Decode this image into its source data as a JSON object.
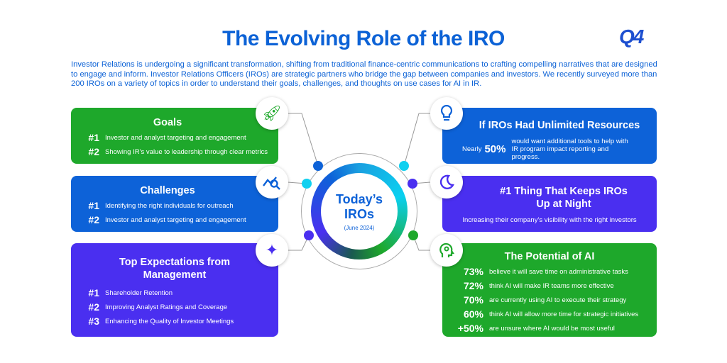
{
  "title": "The Evolving Role of the IRO",
  "logo": "Q4",
  "intro": "Investor Relations is undergoing a significant transformation, shifting from traditional finance-centric communications to crafting compelling narratives that are designed to engage and inform. Investor Relations Officers (IROs) are strategic partners who bridge the gap between companies and investors. We recently surveyed more than 200 IROs on a variety of topics in order to understand their goals, challenges, and thoughts on use cases for AI in IR.",
  "center": {
    "title1": "Today’s",
    "title2": "IROs",
    "subtitle": "(June 2024)"
  },
  "goals": {
    "title": "Goals",
    "items": [
      {
        "n": "#1",
        "t": "Investor and analyst targeting and engagement"
      },
      {
        "n": "#2",
        "t": "Showing IR’s value to leadership through clear metrics"
      }
    ]
  },
  "challenges": {
    "title": "Challenges",
    "items": [
      {
        "n": "#1",
        "t": "Identifying the right individuals for outreach"
      },
      {
        "n": "#2",
        "t": "Investor and analyst targeting and engagement"
      }
    ]
  },
  "expectations": {
    "title": "Top Expectations from Management",
    "items": [
      {
        "n": "#1",
        "t": "Shareholder Retention"
      },
      {
        "n": "#2",
        "t": "Improving Analyst Ratings and Coverage"
      },
      {
        "n": "#3",
        "t": "Enhancing the Quality of Investor Meetings"
      }
    ]
  },
  "resources": {
    "title": "If IROs Had Unlimited Resources",
    "prefix": "Nearly",
    "n": "50%",
    "t": "would want additional tools to help with IR program impact reporting and progress."
  },
  "night": {
    "title": "#1 Thing That Keeps IROs Up at Night",
    "t": "Increasing their company’s visibility with the right investors"
  },
  "ai": {
    "title": "The Potential of AI",
    "items": [
      {
        "n": "73%",
        "t": "believe it will save time on administrative tasks"
      },
      {
        "n": "72%",
        "t": "think AI will make IR teams more effective"
      },
      {
        "n": "70%",
        "t": "are currently using AI to execute their strategy"
      },
      {
        "n": "60%",
        "t": "think AI will allow more time for strategic initiatives"
      },
      {
        "n": "+50%",
        "t": "are unsure where AI would be most useful"
      }
    ]
  }
}
